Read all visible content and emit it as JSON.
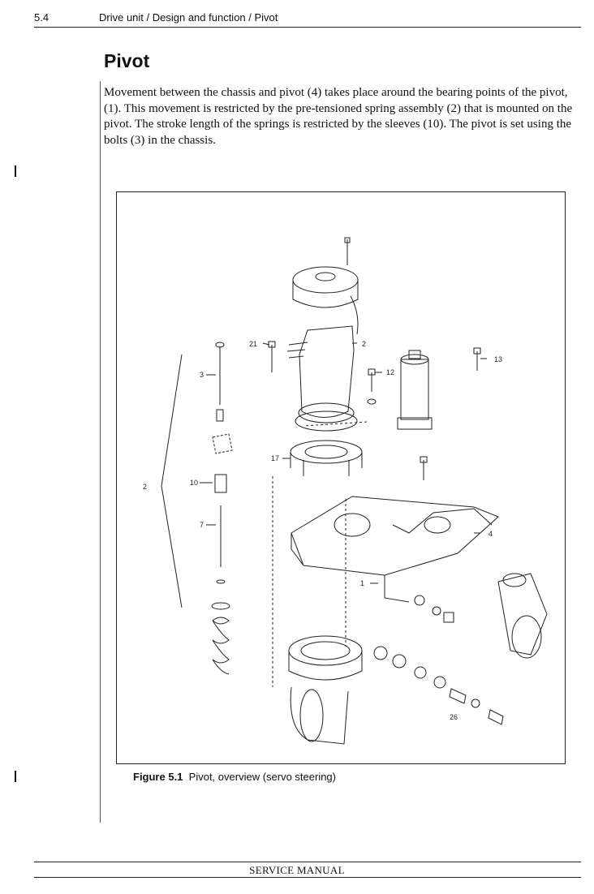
{
  "header": {
    "section_number": "5.4",
    "section_title": "Drive unit / Design and function / Pivot"
  },
  "page_title": "Pivot",
  "body_text": "Movement between the chassis and pivot (4) takes place around the bearing points of the pivot, (1). This movement is restricted by the pre-tensioned spring assembly (2) that is mounted on the pivot. The stroke length of the springs is restricted by the sleeves (10). The pivot is set using the bolts (3) in the chassis.",
  "figure": {
    "callouts": [
      "21",
      "2",
      "13",
      "12",
      "3",
      "17",
      "2",
      "10",
      "7",
      "4",
      "1",
      "26"
    ],
    "caption_number": "Figure 5.1",
    "caption_text": "Pivot, overview (servo steering)"
  },
  "footer": {
    "text": "SERVICE MANUAL"
  }
}
